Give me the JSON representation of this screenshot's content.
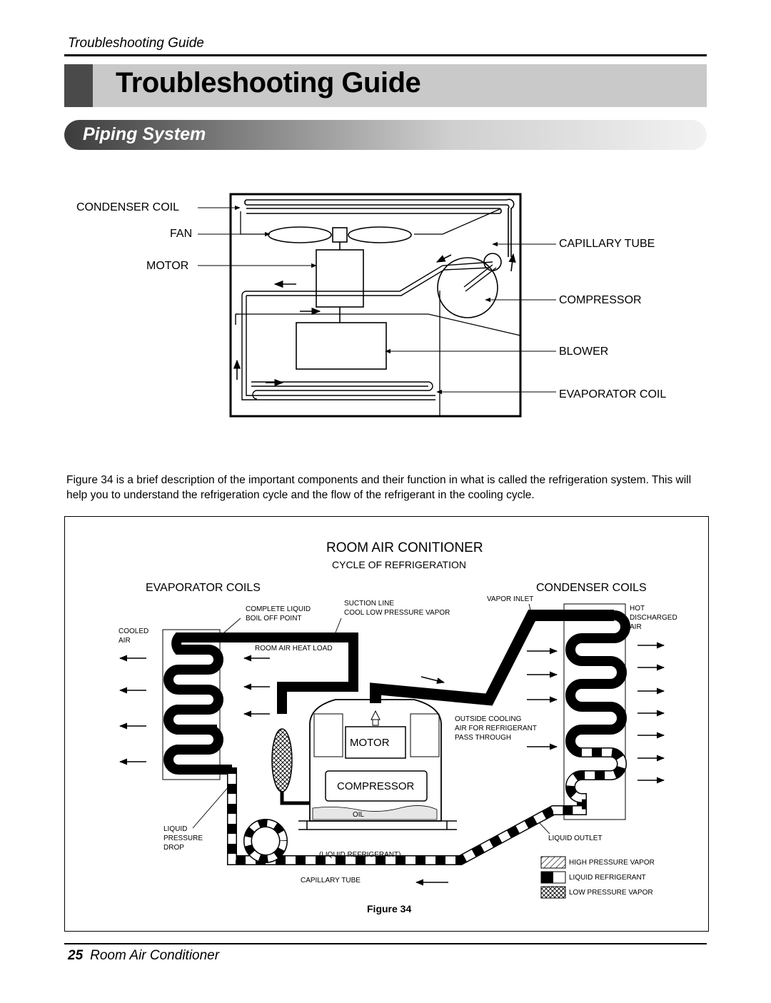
{
  "header": {
    "running_title": "Troubleshooting Guide",
    "title": "Troubleshooting Guide",
    "section": "Piping System"
  },
  "diagram1": {
    "left_labels": [
      "CONDENSER COIL",
      "FAN",
      "MOTOR"
    ],
    "right_labels": [
      "CAPILLARY TUBE",
      "COMPRESSOR",
      "BLOWER",
      "EVAPORATOR COIL"
    ]
  },
  "description": "Figure 34 is a brief description of the important components and their function in what is called the refrigeration system. This will help you to understand the refrigeration cycle and the flow of the refrigerant in the cooling cycle.",
  "diagram2": {
    "title": "ROOM AIR CONITIONER",
    "subtitle": "CYCLE OF REFRIGERATION",
    "evaporator_coils": "EVAPORATOR COILS",
    "condenser_coils": "CONDENSER COILS",
    "complete_liquid": "COMPLETE LIQUID",
    "boil_off_point": "BOIL OFF POINT",
    "suction_line": "SUCTION LINE",
    "cool_low_pressure_vapor": "COOL LOW PRESSURE VAPOR",
    "vapor_inlet": "VAPOR INLET",
    "hot": "HOT",
    "discharged": "DISCHARGED",
    "air": "AIR",
    "cooled": "COOLED",
    "cooled_air": "AIR",
    "room_air_heat_load": "ROOM AIR HEAT LOAD",
    "outside_cooling": "OUTSIDE COOLING",
    "air_for_refrigerant": "AIR FOR REFRIGERANT",
    "pass_through": "PASS THROUGH",
    "motor": "MOTOR",
    "compressor": "COMPRESSOR",
    "oil": "OIL",
    "liquid": "LIQUID",
    "pressure": "PRESSURE",
    "drop": "DROP",
    "liquid_refrigerant_pipe": "(LIQUID REFRIGERANT)",
    "capillary_tube": "CAPILLARY TUBE",
    "liquid_outlet": "LIQUID OUTLET",
    "legend": [
      "HIGH PRESSURE VAPOR",
      "LIQUID REFRIGERANT",
      "LOW PRESSURE VAPOR"
    ],
    "caption": "Figure 34"
  },
  "footer": {
    "page_number": "25",
    "title": "Room Air Conditioner"
  }
}
